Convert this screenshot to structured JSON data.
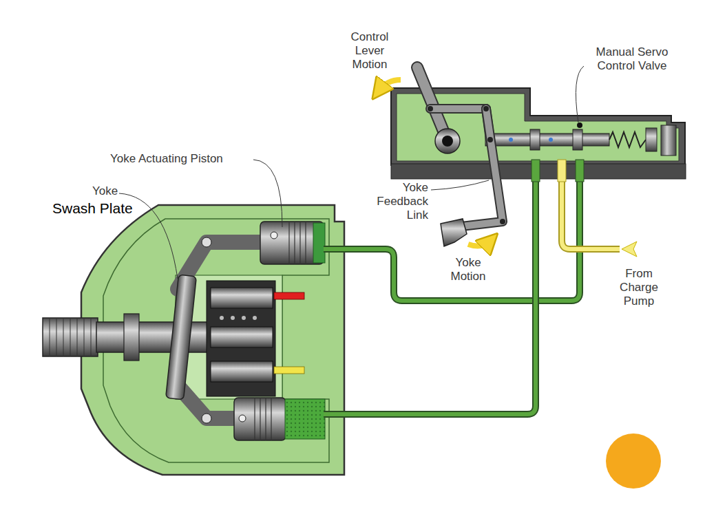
{
  "diagram": {
    "labels": [
      "Control Lever Motion",
      "Manual Servo Control Valve",
      "Yoke Actuating Piston",
      "Yoke",
      "Swash Plate",
      "Yoke Feedback Link",
      "Yoke Motion",
      "From Charge Pump"
    ]
  }
}
